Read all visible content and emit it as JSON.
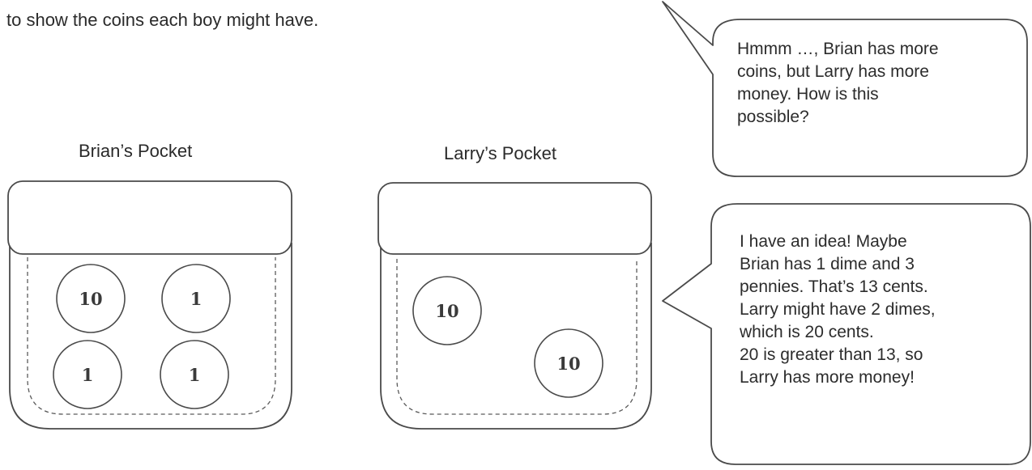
{
  "intro_text": "to show the coins each boy might have.",
  "brian": {
    "label": "Brian’s Pocket",
    "coins": [
      "10",
      "1",
      "1",
      "1"
    ]
  },
  "larry": {
    "label": "Larry’s Pocket",
    "coins": [
      "10",
      "10"
    ]
  },
  "bubble_top": {
    "lines": [
      "Hmmm …, Brian has more",
      "coins, but Larry has more",
      "money.  How is this",
      "possible?"
    ]
  },
  "bubble_bottom": {
    "lines": [
      "I have an idea!  Maybe",
      "Brian has 1 dime and 3",
      "pennies.  That’s 13 cents.",
      "Larry might have 2 dimes,",
      "which is 20 cents.",
      "20 is greater than 13, so",
      "Larry has more money!"
    ]
  }
}
